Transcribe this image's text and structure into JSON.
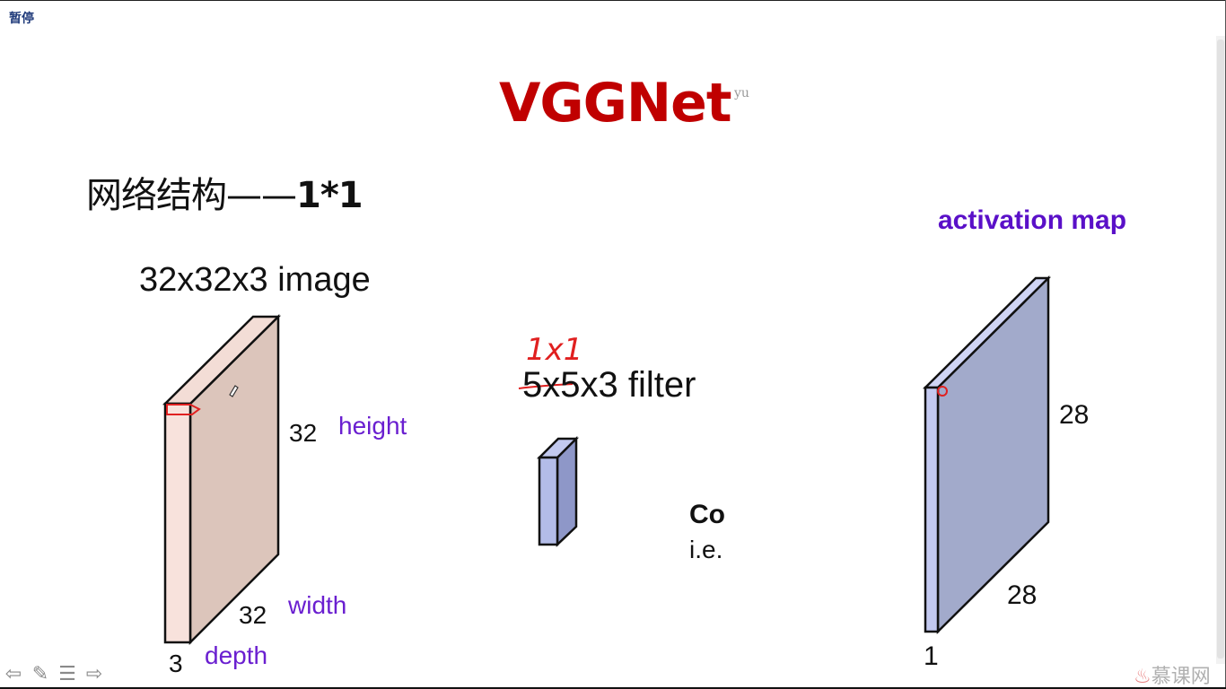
{
  "player": {
    "pause_label": "暂停",
    "controls": [
      "arrow-left-icon",
      "pen-icon",
      "menu-icon",
      "arrow-right-icon"
    ]
  },
  "slide": {
    "title": "VGGNet",
    "watermark": "yu",
    "subtitle_text": "网络结构——",
    "subtitle_num": "1*1",
    "image_label": "32x32x3 image",
    "height_value": "32",
    "height_label": "height",
    "width_value": "32",
    "width_label": "width",
    "depth_value": "3",
    "depth_label": "depth",
    "filter_label": "5x5x3 filter",
    "handwritten_note": "1x1",
    "conv_title": "Co",
    "conv_sub": "i.e.",
    "activation_label": "activation map",
    "act_height": "28",
    "act_width": "28",
    "act_depth": "1"
  },
  "brand": {
    "logo_text": "慕课网"
  },
  "colors": {
    "title": "#c00000",
    "accent_purple": "#6a1fd0",
    "image_front": "#f8e2dc",
    "image_side": "#dcc5bb",
    "filter_fill": "#b3bce8",
    "activation_fill": "#a2aacb",
    "activation_edge": "#c3c9f0",
    "annotation_red": "#e02020"
  }
}
